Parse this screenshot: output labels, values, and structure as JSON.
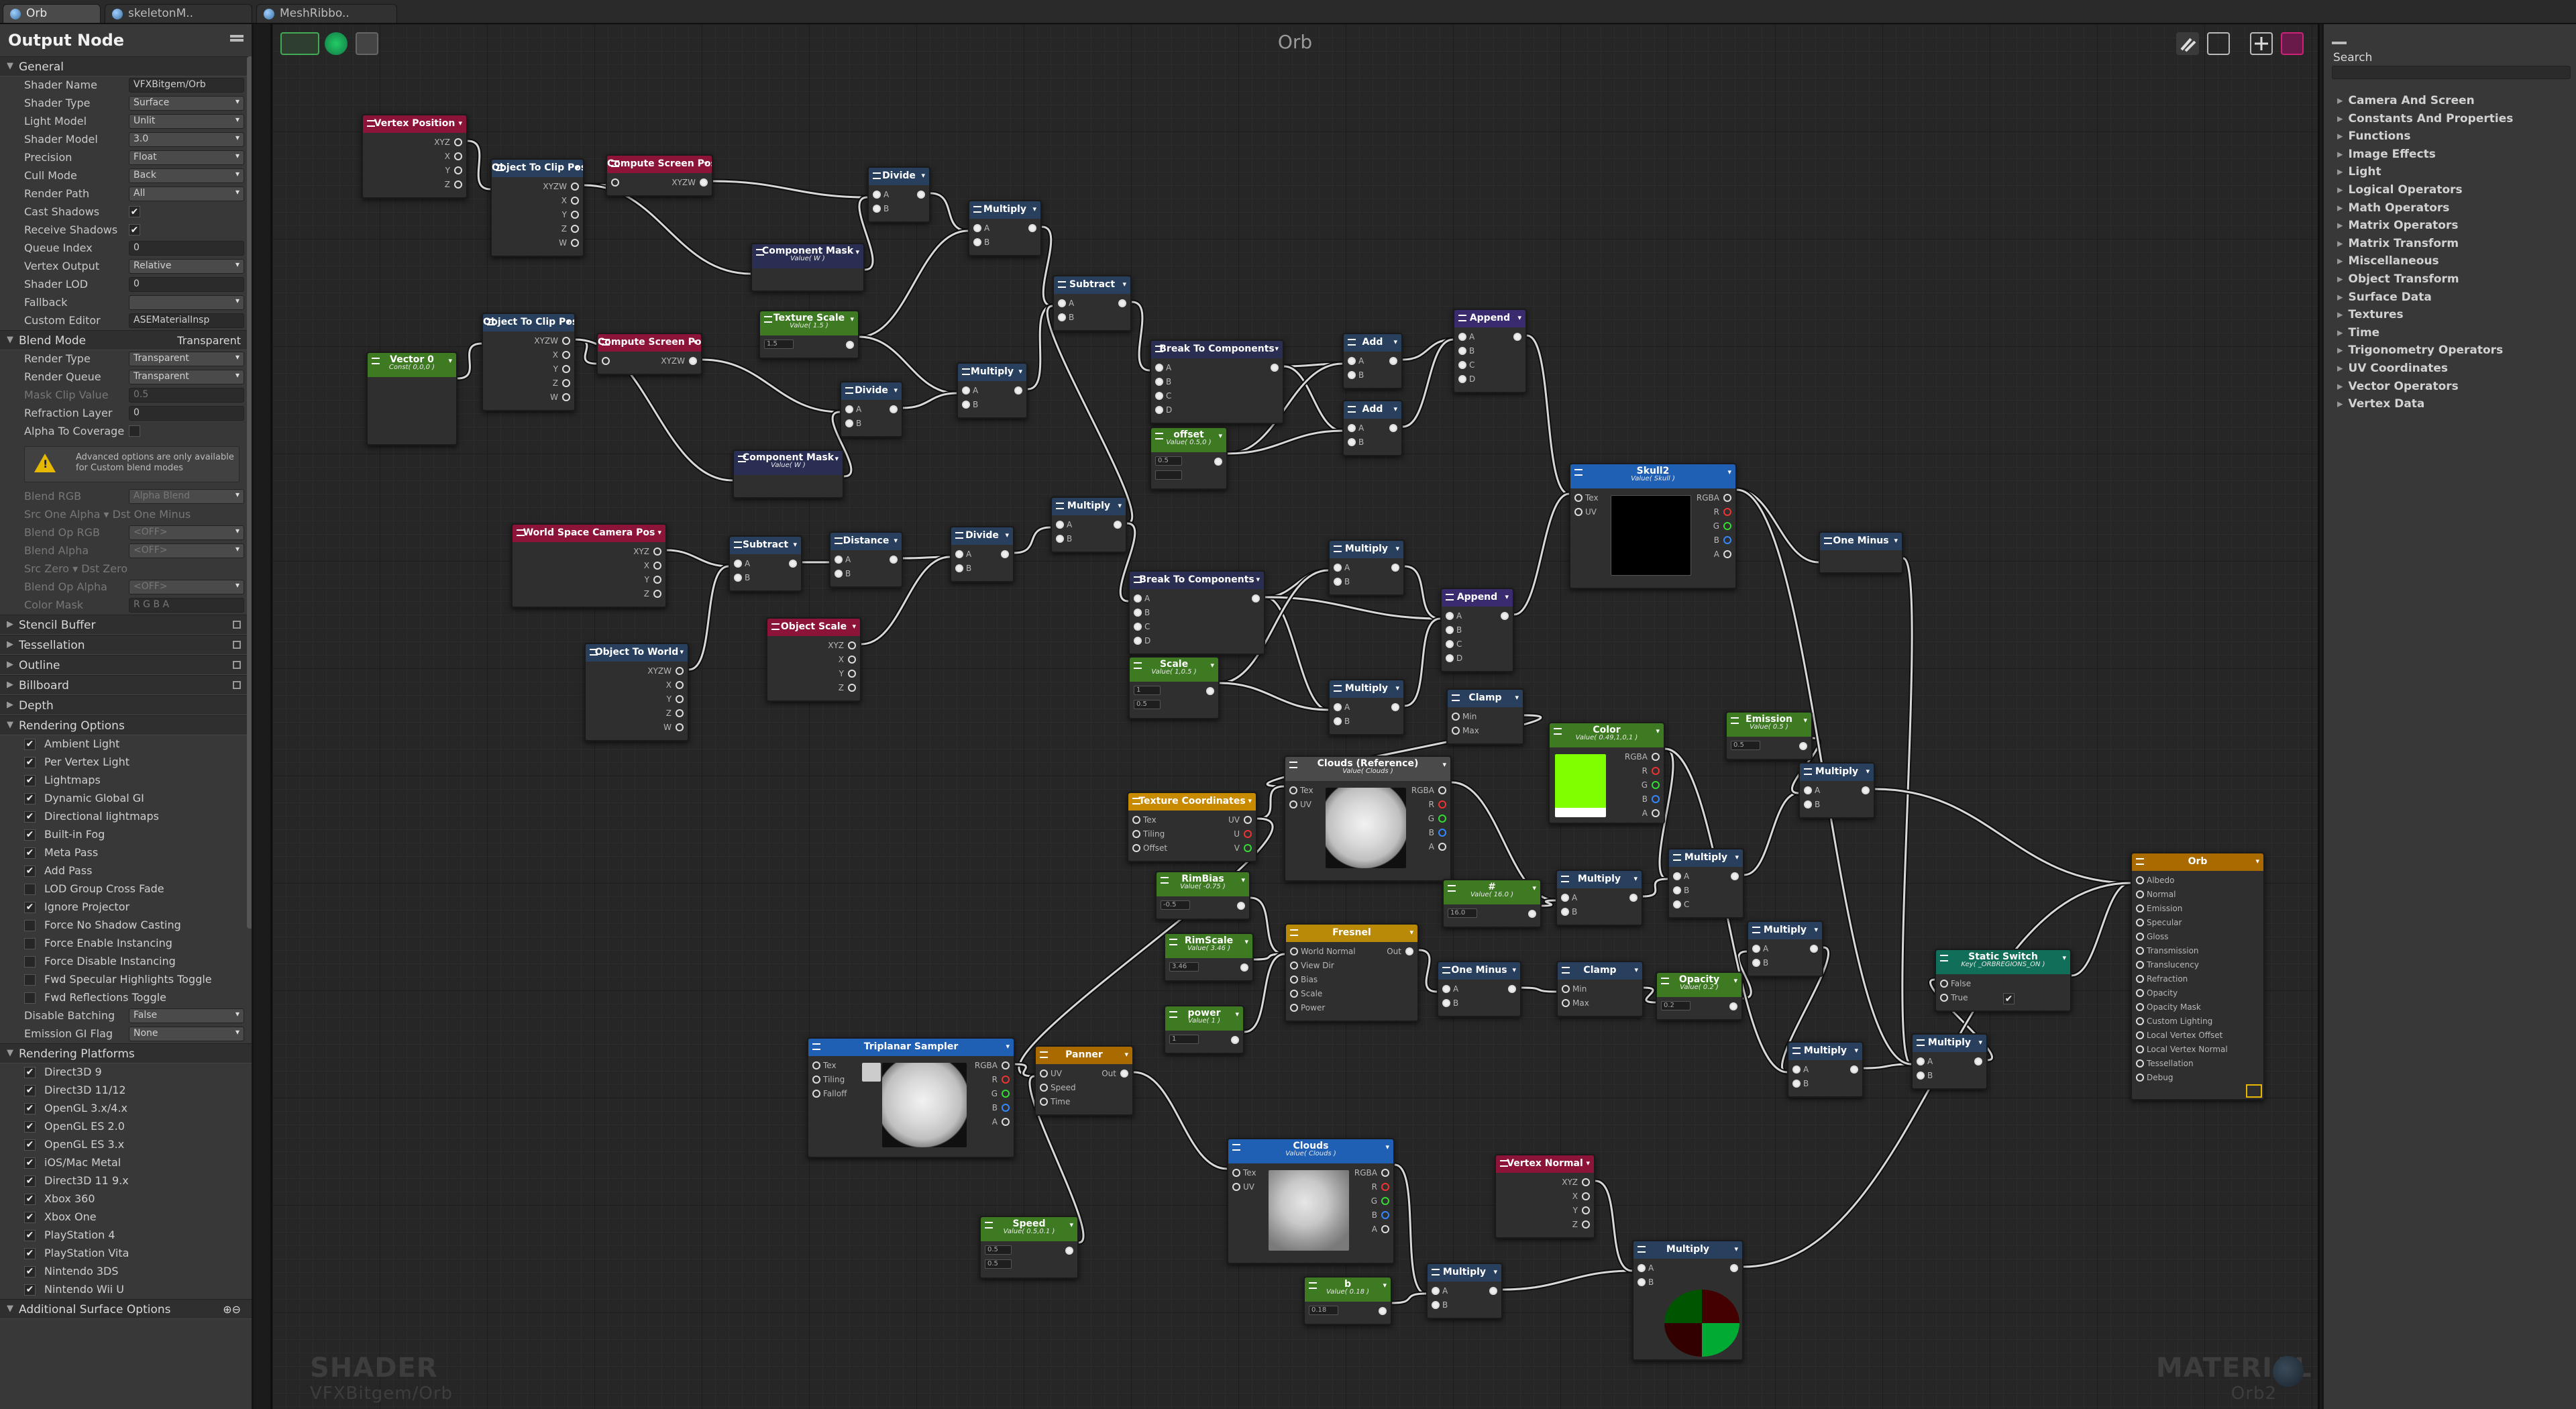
{
  "tabs": [
    {
      "label": "Orb",
      "active": true
    },
    {
      "label": "skeletonM..",
      "active": false
    },
    {
      "label": "MeshRibbo..",
      "active": false
    }
  ],
  "left_panel": {
    "title": "Output Node",
    "general_section": "General",
    "general_rows": [
      {
        "label": "Shader Name",
        "value": "VFXBitgem/Orb",
        "kind": "text"
      },
      {
        "label": "Shader Type",
        "value": "Surface",
        "kind": "dd"
      },
      {
        "label": "Light Model",
        "value": "Unlit",
        "kind": "dd"
      },
      {
        "label": "Shader Model",
        "value": "3.0",
        "kind": "dd"
      },
      {
        "label": "Precision",
        "value": "Float",
        "kind": "dd"
      },
      {
        "label": "Cull Mode",
        "value": "Back",
        "kind": "dd"
      },
      {
        "label": "Render Path",
        "value": "All",
        "kind": "dd"
      },
      {
        "label": "Cast Shadows",
        "value": "✔",
        "kind": "check"
      },
      {
        "label": "Receive Shadows",
        "value": "✔",
        "kind": "check"
      },
      {
        "label": "Queue Index",
        "value": "0",
        "kind": "text"
      },
      {
        "label": "Vertex Output",
        "value": "Relative",
        "kind": "dd"
      },
      {
        "label": "Shader LOD",
        "value": "0",
        "kind": "text"
      },
      {
        "label": "Fallback",
        "value": "",
        "kind": "dd"
      },
      {
        "label": "Custom Editor",
        "value": "ASEMaterialInsp",
        "kind": "text"
      }
    ],
    "blend_section": "Blend Mode",
    "blend_mode_value": "Transparent",
    "blend_rows": [
      {
        "label": "Render Type",
        "value": "Transparent",
        "kind": "dd"
      },
      {
        "label": "Render Queue",
        "value": "Transparent",
        "kind": "dd"
      },
      {
        "label": "Mask Clip Value",
        "value": "0.5",
        "kind": "text",
        "dim": true
      },
      {
        "label": "Refraction Layer",
        "value": "0",
        "kind": "text"
      },
      {
        "label": "Alpha To Coverage",
        "value": "",
        "kind": "check"
      }
    ],
    "warning": "Advanced options are only available for Custom blend modes",
    "blend_rows2": [
      {
        "label": "Blend RGB",
        "value": "Alpha Blend",
        "kind": "dd"
      },
      {
        "label": "Src  One Alpha ▾  Dst  One Minus",
        "value": "",
        "kind": "none"
      },
      {
        "label": "Blend Op RGB",
        "value": "<OFF>",
        "kind": "dd"
      },
      {
        "label": "Blend Alpha",
        "value": "<OFF>",
        "kind": "dd"
      },
      {
        "label": "Src  Zero ▾  Dst  Zero",
        "value": "",
        "kind": "none"
      },
      {
        "label": "Blend Op Alpha",
        "value": "<OFF>",
        "kind": "dd"
      },
      {
        "label": "Color Mask",
        "value": "R   G   B   A",
        "kind": "text"
      }
    ],
    "collapsed_sections": [
      "Stencil Buffer",
      "Tessellation",
      "Outline",
      "Billboard",
      "Depth"
    ],
    "rendering_options_section": "Rendering Options",
    "rendering_options": [
      {
        "label": "Ambient Light",
        "checked": true
      },
      {
        "label": "Per Vertex Light",
        "checked": true
      },
      {
        "label": "Lightmaps",
        "checked": true
      },
      {
        "label": "Dynamic Global GI",
        "checked": true
      },
      {
        "label": "Directional lightmaps",
        "checked": true
      },
      {
        "label": "Built-in Fog",
        "checked": true
      },
      {
        "label": "Meta Pass",
        "checked": true
      },
      {
        "label": "Add Pass",
        "checked": true
      },
      {
        "label": "LOD Group Cross Fade",
        "checked": false
      },
      {
        "label": "Ignore Projector",
        "checked": true
      },
      {
        "label": "Force No Shadow Casting",
        "checked": false
      },
      {
        "label": "Force Enable Instancing",
        "checked": false
      },
      {
        "label": "Force Disable Instancing",
        "checked": false
      },
      {
        "label": "Fwd Specular Highlights Toggle",
        "checked": false
      },
      {
        "label": "Fwd Reflections Toggle",
        "checked": false
      }
    ],
    "disable_batching": {
      "label": "Disable Batching",
      "value": "False"
    },
    "emission_gi": {
      "label": "Emission GI Flag",
      "value": "None"
    },
    "rendering_platforms_section": "Rendering Platforms",
    "rendering_platforms": [
      "Direct3D 9",
      "Direct3D 11/12",
      "OpenGL 3.x/4.x",
      "OpenGL ES 2.0",
      "OpenGL ES 3.x",
      "iOS/Mac Metal",
      "Direct3D 11 9.x",
      "Xbox 360",
      "Xbox One",
      "PlayStation 4",
      "PlayStation Vita",
      "Nintendo 3DS",
      "Nintendo Wii U"
    ],
    "additional_section": "Additional Surface Options"
  },
  "canvas": {
    "title": "Orb",
    "watermark_left": {
      "title": "SHADER",
      "sub": "VFXBitgem/Orb"
    },
    "watermark_right": {
      "title": "MATERIAL",
      "sub": "Orb2"
    }
  },
  "nodes": {
    "vertex_position": {
      "title": "Vertex Position",
      "ports": [
        "XYZ",
        "X",
        "Y",
        "Z"
      ]
    },
    "obj_clip_1": {
      "title": "Object To Clip Pos",
      "ports": [
        "XYZW",
        "X",
        "Y",
        "Z",
        "W"
      ]
    },
    "compute_screen_1": {
      "title": "Compute Screen Pos",
      "port": "XYZW"
    },
    "divide_1": {
      "title": "Divide"
    },
    "multiply_1": {
      "title": "Multiply"
    },
    "component_mask_1": {
      "title": "Component Mask",
      "sub": "Value( W )"
    },
    "subtract_1": {
      "title": "Subtract"
    },
    "break_1": {
      "title": "Break To Components"
    },
    "add_1": {
      "title": "Add"
    },
    "add_2": {
      "title": "Add"
    },
    "append_1": {
      "title": "Append"
    },
    "texture_scale": {
      "title": "Texture Scale",
      "sub": "Value( 1.5 )",
      "input": "1.5"
    },
    "obj_clip_2": {
      "title": "Object To Clip Pos",
      "ports": [
        "XYZW",
        "X",
        "Y",
        "Z",
        "W"
      ]
    },
    "compute_screen_2": {
      "title": "Compute Screen Pos",
      "port": "XYZW"
    },
    "vector0": {
      "title": "Vector 0",
      "sub": "Const( 0,0,0 )"
    },
    "divide_2": {
      "title": "Divide"
    },
    "multiply_2": {
      "title": "Multiply"
    },
    "offset": {
      "title": "offset",
      "sub": "Value( 0.5,0 )",
      "inputs": [
        "0.5",
        ""
      ]
    },
    "component_mask_2": {
      "title": "Component Mask",
      "sub": "Value( W )"
    },
    "skull2": {
      "title": "Skull2",
      "sub": "Value( Skull )",
      "ports": [
        "Tex",
        "UV"
      ],
      "outs": [
        "RGBA",
        "R",
        "G",
        "B",
        "A"
      ]
    },
    "one_minus_1": {
      "title": "One Minus"
    },
    "world_cam": {
      "title": "World Space Camera Pos",
      "ports": [
        "XYZ",
        "X",
        "Y",
        "Z"
      ]
    },
    "subtract_2": {
      "title": "Subtract"
    },
    "distance": {
      "title": "Distance"
    },
    "divide_3": {
      "title": "Divide"
    },
    "multiply_3": {
      "title": "Multiply"
    },
    "object_world": {
      "title": "Object To World",
      "ports": [
        "XYZW",
        "X",
        "Y",
        "Z",
        "W"
      ]
    },
    "object_scale": {
      "title": "Object Scale",
      "ports": [
        "XYZ",
        "X",
        "Y",
        "Z"
      ]
    },
    "break_2": {
      "title": "Break To Components"
    },
    "multiply_4": {
      "title": "Multiply"
    },
    "append_2": {
      "title": "Append"
    },
    "scale": {
      "title": "Scale",
      "sub": "Value( 1,0.5 )",
      "inputs": [
        "1",
        "0.5"
      ]
    },
    "multiply_5": {
      "title": "Multiply"
    },
    "clamp_1": {
      "title": "Clamp",
      "ports": [
        "Min",
        "Max"
      ]
    },
    "color": {
      "title": "Color",
      "sub": "Value( 0.49,1,0,1 )",
      "outs": [
        "RGBA",
        "R",
        "G",
        "B",
        "A"
      ]
    },
    "emission": {
      "title": "Emission",
      "sub": "Value( 0.5 )",
      "input": "0.5"
    },
    "multiply_6": {
      "title": "Multiply"
    },
    "clouds_ref": {
      "title": "Clouds (Reference)",
      "sub": "Value( Clouds )",
      "ports": [
        "Tex",
        "UV"
      ],
      "outs": [
        "RGBA",
        "R",
        "G",
        "B",
        "A"
      ]
    },
    "tex_coords": {
      "title": "Texture Coordinates",
      "ports": [
        "Tex",
        "Tiling",
        "Offset"
      ],
      "outs": [
        "UV",
        "U",
        "V"
      ]
    },
    "rimbias": {
      "title": "RimBias",
      "sub": "Value( -0.75 )",
      "input": "-0.5"
    },
    "rimscale": {
      "title": "RimScale",
      "sub": "Value( 3.46 )",
      "input": "3.46"
    },
    "power": {
      "title": "power",
      "sub": "Value( 1 )",
      "input": "1"
    },
    "fresnel": {
      "title": "Fresnel",
      "ports": [
        "World Normal",
        "View Dir",
        "Bias",
        "Scale",
        "Power"
      ],
      "out": "Out"
    },
    "hash": {
      "title": "#",
      "sub": "Value( 16.0 )",
      "input": "16.0"
    },
    "multiply_7": {
      "title": "Multiply"
    },
    "one_minus_2": {
      "title": "One Minus"
    },
    "clamp_2": {
      "title": "Clamp",
      "ports": [
        "Min",
        "Max"
      ]
    },
    "multiply_8": {
      "title": "Multiply"
    },
    "opacity": {
      "title": "Opacity",
      "sub": "Value( 0.2 )",
      "input": "0.2"
    },
    "multiply_9": {
      "title": "Multiply"
    },
    "multiply_10": {
      "title": "Multiply"
    },
    "multiply_11": {
      "title": "Multiply"
    },
    "static_switch": {
      "title": "Static Switch",
      "sub": "Key( _ORBREGIONS_ON )",
      "ports": [
        "False",
        "True"
      ]
    },
    "orb": {
      "title": "Orb",
      "ports": [
        "Albedo",
        "Normal",
        "Emission",
        "Specular",
        "Gloss",
        "Transmission",
        "Translucency",
        "Refraction",
        "Opacity",
        "Opacity Mask",
        "Custom Lighting",
        "Local Vertex Offset",
        "Local Vertex Normal",
        "Tessellation",
        "Debug"
      ]
    },
    "triplanar": {
      "title": "Triplanar Sampler",
      "ports": [
        "Tex",
        "Tiling",
        "Falloff"
      ],
      "outs": [
        "RGBA",
        "R",
        "G",
        "B",
        "A"
      ]
    },
    "panner": {
      "title": "Panner",
      "ports": [
        "UV",
        "Speed",
        "Time"
      ],
      "out": "Out"
    },
    "speed": {
      "title": "Speed",
      "sub": "Value( 0.5,0.1 )",
      "inputs": [
        "0.5",
        "0.5"
      ]
    },
    "clouds": {
      "title": "Clouds",
      "sub": "Value( Clouds )",
      "ports": [
        "Tex",
        "UV"
      ],
      "outs": [
        "RGBA",
        "R",
        "G",
        "B",
        "A"
      ]
    },
    "vertex_normal": {
      "title": "Vertex Normal",
      "ports": [
        "XYZ",
        "X",
        "Y",
        "Z"
      ]
    },
    "b": {
      "title": "b",
      "sub": "Value( 0.18 )",
      "input": "0.18"
    },
    "multiply_12": {
      "title": "Multiply"
    },
    "multiply_13": {
      "title": "Multiply"
    }
  },
  "right_panel": {
    "search_label": "Search",
    "categories": [
      "Camera And Screen",
      "Constants And Properties",
      "Functions",
      "Image Effects",
      "Light",
      "Logical Operators",
      "Math Operators",
      "Matrix Operators",
      "Matrix Transform",
      "Miscellaneous",
      "Object Transform",
      "Surface Data",
      "Textures",
      "Time",
      "Trigonometry Operators",
      "UV Coordinates",
      "Vector Operators",
      "Vertex Data"
    ]
  },
  "colors": {
    "background": "#262626",
    "panel": "#383838",
    "accent_green": "#7fff00"
  }
}
